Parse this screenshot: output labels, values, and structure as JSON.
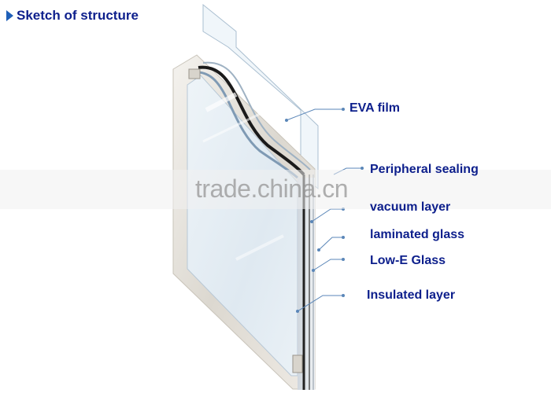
{
  "title": "Sketch of structure",
  "labels": {
    "eva_film": "EVA film",
    "peripheral_sealing": "Peripheral sealing",
    "vacuum_layer": "vacuum layer",
    "laminated_glass": "laminated glass",
    "low_e_glass": "Low-E Glass",
    "insulated_layer": "Insulated layer"
  },
  "watermark": "trade.china.cn",
  "colors": {
    "label_text": "#0d1f8c",
    "title_arrow": "#1f5fb8",
    "leader_line": "#5a86b8",
    "frame": "#e3e0da",
    "glass_tint": "#e6f0f7"
  },
  "icons": {
    "title_marker": "triangle-right-icon"
  }
}
